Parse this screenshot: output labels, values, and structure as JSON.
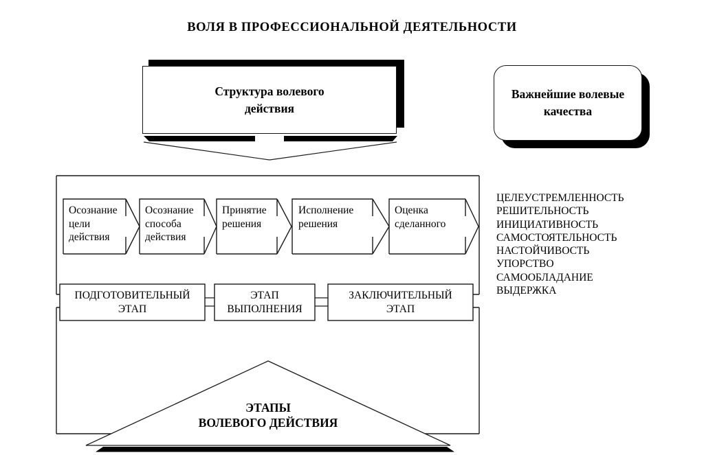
{
  "title": "ВОЛЯ В ПРОФЕССИОНАЛЬНОЙ ДЕЯТЕЛЬНОСТИ",
  "structure_box": {
    "label": "Структура волевого действия"
  },
  "qualities_box": {
    "label": "Важнейшие волевые качества"
  },
  "flow_steps": [
    "Осознание цели действия",
    "Осознание способа действия",
    "Принятие решения",
    "Исполнение решения",
    "Оценка сделанного"
  ],
  "stages": [
    "ПОДГОТОВИТЕЛЬНЫЙ ЭТАП",
    "ЭТАП ВЫПОЛНЕНИЯ",
    "ЗАКЛЮЧИТЕЛЬНЫЙ ЭТАП"
  ],
  "pyramid": {
    "line1": "ЭТАПЫ",
    "line2": "ВОЛЕВОГО ДЕЙСТВИЯ"
  },
  "qualities": [
    "ЦЕЛЕУСТРЕМЛЕННОСТЬ",
    "РЕШИТЕЛЬНОСТЬ",
    "ИНИЦИАТИВНОСТЬ",
    "САМОСТОЯТЕЛЬНОСТЬ",
    "НАСТОЙЧИВОСТЬ",
    "УПОРСТВО",
    "САМООБЛАДАНИЕ",
    "ВЫДЕРЖКА"
  ],
  "colors": {
    "ink": "#000000",
    "paper": "#ffffff"
  }
}
